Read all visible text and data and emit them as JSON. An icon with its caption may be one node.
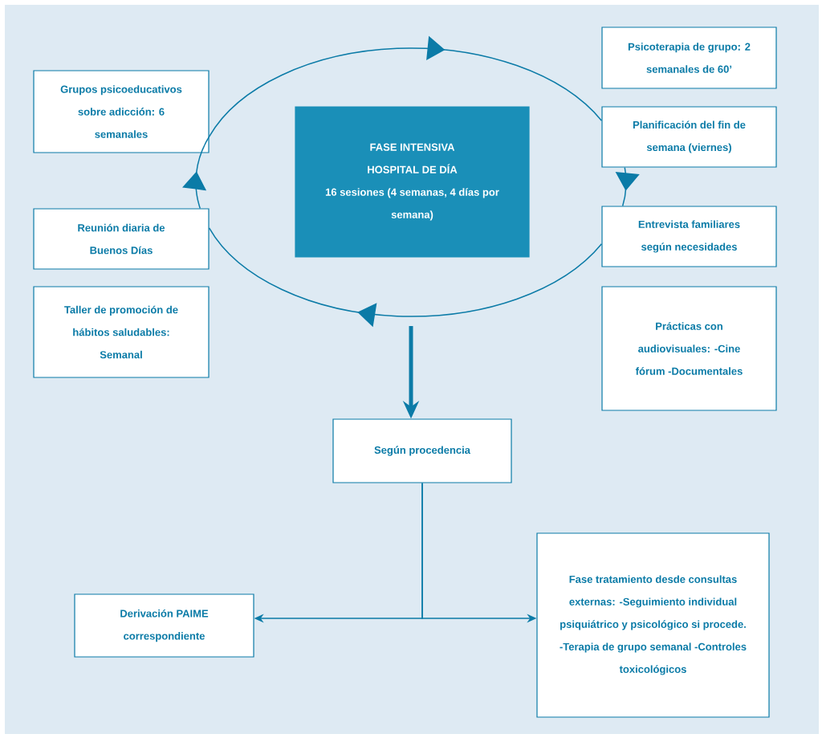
{
  "diagram": {
    "nodes": [
      {
        "text": [
          "Grupos psicoeducativos sobre adicción: 6 semanales"
        ]
      },
      {
        "text": [
          "Psicoterapia de grupo: 2 semanales de 60’"
        ]
      },
      {
        "text": [
          "FASE INTENSIVA HOSPITAL DE DÍA",
          "16 sesiones (4 semanas, 4 días por semana)"
        ]
      },
      {
        "text": [
          "Planificación del fin de semana (viernes)"
        ]
      },
      {
        "text": [
          "Reunión diaria de Buenos Días"
        ]
      },
      {
        "text": [
          "Entrevista familiares según necesidades"
        ]
      },
      {
        "text": [
          "Taller de promoción de hábitos saludables: Semanal"
        ]
      },
      {
        "text": [
          "Prácticas con audiovisuales: -Cine fórum -Documentales"
        ]
      },
      {
        "text": [
          "Según procedencia"
        ]
      },
      {
        "text": [
          "Derivación PAIME correspondiente"
        ]
      },
      {
        "text": [
          "Fase tratamiento desde consultas externas: -Seguimiento individual psiquiátrico y psicológico si procede. -Terapia de grupo semanal -Controles toxicológicos"
        ]
      }
    ],
    "edges": [
      {
        "from": 4,
        "to": 0,
        "arrow": "to"
      },
      {
        "from": 0,
        "to": 3,
        "arrow": "to"
      },
      {
        "from": 3,
        "to": 5,
        "arrow": "to"
      },
      {
        "from": 5,
        "to": 4,
        "arrow": "to"
      },
      {
        "from": null,
        "to": 8,
        "arrow": "to",
        "style": "thick"
      },
      {
        "from": 8,
        "to": 9,
        "arrow": "to"
      },
      {
        "from": 8,
        "to": 10,
        "arrow": "to"
      }
    ]
  }
}
